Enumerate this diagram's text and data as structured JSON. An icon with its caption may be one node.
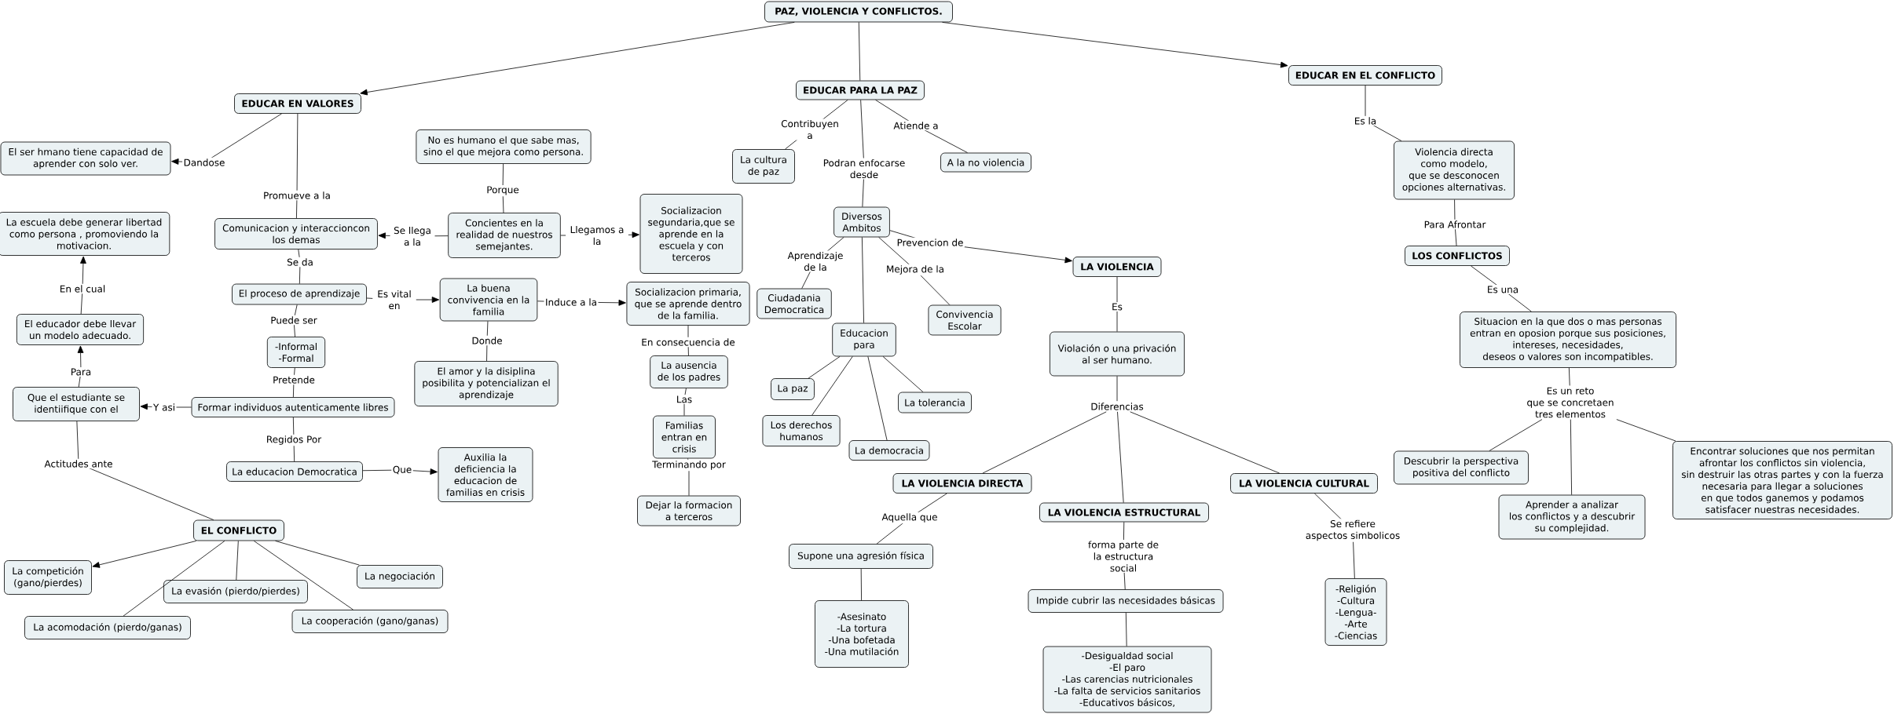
{
  "diagram": {
    "nodes": [
      {
        "text": [
          "PAZ, VIOLENCIA Y CONFLICTOS."
        ]
      },
      {
        "text": [
          "EDUCAR EN VALORES"
        ]
      },
      {
        "text": [
          "EDUCAR PARA LA PAZ"
        ]
      },
      {
        "text": [
          "EDUCAR EN EL CONFLICTO"
        ]
      },
      {
        "text": [
          "El ser hmano tiene capacidad de aprender con solo ver."
        ]
      },
      {
        "text": [
          "No es humano el que sabe mas, sino el que mejora como persona."
        ]
      },
      {
        "text": [
          "La escuela debe generar libertad como persona , promoviendo la motivacion."
        ]
      },
      {
        "text": [
          "Comunicacion y interaccioncon los demas"
        ]
      },
      {
        "text": [
          "Concientes en la realidad de nuestros semejantes."
        ]
      },
      {
        "text": [
          "Socializacion segundaria,que se aprende en la escuela y con terceros"
        ]
      },
      {
        "text": [
          "El proceso de aprendizaje"
        ]
      },
      {
        "text": [
          "La buena convivencia en la familia"
        ]
      },
      {
        "text": [
          "Socializacion primaria, que se aprende dentro de la familia."
        ]
      },
      {
        "text": [
          "El educador debe llevar un modelo adecuado."
        ]
      },
      {
        "text": [
          "-Informal -Formal"
        ]
      },
      {
        "text": [
          "El amor y la disiplina posibilita y potencializan el aprendizaje"
        ]
      },
      {
        "text": [
          "Que el estudiante se identiifique con el"
        ]
      },
      {
        "text": [
          "Formar individuos autenticamente libres"
        ]
      },
      {
        "text": [
          "La educacion Democratica"
        ]
      },
      {
        "text": [
          "Auxilia la deficiencia la educacion de familias en crisis"
        ]
      },
      {
        "text": [
          "EL CONFLICTO"
        ]
      },
      {
        "text": [
          "La competición (gano/pierdes)"
        ]
      },
      {
        "text": [
          "La evasión (pierdo/pierdes)"
        ]
      },
      {
        "text": [
          "La negociación"
        ]
      },
      {
        "text": [
          "La acomodación (pierdo/ganas)"
        ]
      },
      {
        "text": [
          "La cooperación (gano/ganas)"
        ]
      },
      {
        "text": [
          "La cultura de paz"
        ]
      },
      {
        "text": [
          "A la no violencia"
        ]
      },
      {
        "text": [
          "Diversos Ambitos"
        ]
      },
      {
        "text": [
          "Ciudadania Democratica"
        ]
      },
      {
        "text": [
          "Convivencia Escolar"
        ]
      },
      {
        "text": [
          "LA VIOLENCIA"
        ]
      },
      {
        "text": [
          "Educacion para"
        ]
      },
      {
        "text": [
          "Violación o una privación al ser humano."
        ]
      },
      {
        "text": [
          "La ausencia de los padres"
        ]
      },
      {
        "text": [
          "La paz"
        ]
      },
      {
        "text": [
          "La tolerancia"
        ]
      },
      {
        "text": [
          "Los derechos humanos"
        ]
      },
      {
        "text": [
          "La democracia"
        ]
      },
      {
        "text": [
          "Familias entran en crisis"
        ]
      },
      {
        "text": [
          "Dejar la formacion a terceros"
        ]
      },
      {
        "text": [
          "Diferencias"
        ]
      },
      {
        "text": [
          "LA VIOLENCIA DIRECTA"
        ]
      },
      {
        "text": [
          "LA VIOLENCIA ESTRUCTURAL"
        ]
      },
      {
        "text": [
          "LA VIOLENCIA CULTURAL"
        ]
      },
      {
        "text": [
          "Supone una agresión física"
        ]
      },
      {
        "text": [
          "-Asesinato -La tortura -Una bofetada -Una mutilación"
        ]
      },
      {
        "text": [
          "Impide cubrir las necesidades básicas"
        ]
      },
      {
        "text": [
          "-Desigualdad social -El paro -Las carencias nutricionales -La falta de servicios sanitarios -Educativos básicos,"
        ]
      },
      {
        "text": [
          "-Religión -Cultura -Lengua- -Arte -Ciencias"
        ]
      },
      {
        "text": [
          "Violencia directa como modelo, que se desconocen opciones alternativas."
        ]
      },
      {
        "text": [
          "LOS CONFLICTOS"
        ]
      },
      {
        "text": [
          "Situacion en la que dos o mas personas entran en oposion porque sus posiciones, intereses, necesidades, deseos o valores son incompatibles."
        ]
      },
      {
        "text": [
          "Es un reto que se concretaen tres elementos"
        ]
      },
      {
        "text": [
          "Descubrir la perspectiva positiva del conflicto"
        ]
      },
      {
        "text": [
          "Aprender a analizar los conflictos y a descubrir su complejidad."
        ]
      },
      {
        "text": [
          "Encontrar soluciones que nos permitan afrontar los conflictos sin violencia, sin destruir las otras partes y con la fuerza necesaria para llegar a soluciones en que todos ganemos y podamos satisfacer nuestras necesidades."
        ]
      }
    ],
    "edges": [
      {
        "from": 0,
        "to": 1,
        "arrow": "to"
      },
      {
        "from": 0,
        "to": 2,
        "arrow": "none"
      },
      {
        "from": 0,
        "to": 3,
        "arrow": "to"
      },
      {
        "from": 1,
        "to": 4,
        "arrow": "to",
        "label": "Dandose"
      },
      {
        "from": 1,
        "to": 7,
        "arrow": "none",
        "label": "Promueve a la"
      },
      {
        "from": 5,
        "to": 8,
        "arrow": "none",
        "label": "Porque"
      },
      {
        "from": 8,
        "to": 7,
        "arrow": "to",
        "label": "Se llega a la"
      },
      {
        "from": 8,
        "to": 9,
        "arrow": "to",
        "label": "Llegamos a la"
      },
      {
        "from": 7,
        "to": 10,
        "arrow": "none",
        "label": "Se da"
      },
      {
        "from": 10,
        "to": 11,
        "arrow": "to",
        "label": "Es vital en"
      },
      {
        "from": 11,
        "to": 12,
        "arrow": "to",
        "label": "Induce a la"
      },
      {
        "from": 11,
        "to": 15,
        "arrow": "none",
        "label": "Donde"
      },
      {
        "from": 10,
        "to": 14,
        "arrow": "none",
        "label": "Puede ser"
      },
      {
        "from": 14,
        "to": 17,
        "arrow": "none",
        "label": "Pretende"
      },
      {
        "from": 17,
        "to": 16,
        "arrow": "to",
        "label": "Y asi"
      },
      {
        "from": 16,
        "to": 13,
        "arrow": "to",
        "label": "Para"
      },
      {
        "from": 13,
        "to": 6,
        "arrow": "to",
        "label": "En el cual"
      },
      {
        "from": 16,
        "to": 20,
        "arrow": "none",
        "label": "Actitudes ante"
      },
      {
        "from": 17,
        "to": 18,
        "arrow": "none",
        "label": "Regidos Por"
      },
      {
        "from": 18,
        "to": 19,
        "arrow": "to",
        "label": "Que"
      },
      {
        "from": 20,
        "to": 21,
        "arrow": "to"
      },
      {
        "from": 20,
        "to": 24,
        "arrow": "none"
      },
      {
        "from": 20,
        "to": 22,
        "arrow": "none"
      },
      {
        "from": 20,
        "to": 25,
        "arrow": "none"
      },
      {
        "from": 20,
        "to": 23,
        "arrow": "none"
      },
      {
        "from": 2,
        "to": 26,
        "arrow": "none",
        "label": "Contribuyen a"
      },
      {
        "from": 2,
        "to": 27,
        "arrow": "none",
        "label": "Atiende a"
      },
      {
        "from": 2,
        "to": 28,
        "arrow": "none",
        "label": "Podran enfocarse desde"
      },
      {
        "from": 28,
        "to": 29,
        "arrow": "none",
        "label": "Aprendizaje de la"
      },
      {
        "from": 28,
        "to": 30,
        "arrow": "none",
        "label": "Mejora de la"
      },
      {
        "from": 28,
        "to": 31,
        "arrow": "to",
        "label": "Prevencion de"
      },
      {
        "from": 28,
        "to": 32,
        "arrow": "none"
      },
      {
        "from": 32,
        "to": 35,
        "arrow": "none"
      },
      {
        "from": 32,
        "to": 37,
        "arrow": "none"
      },
      {
        "from": 32,
        "to": 38,
        "arrow": "none"
      },
      {
        "from": 32,
        "to": 36,
        "arrow": "none"
      },
      {
        "from": 31,
        "to": 33,
        "arrow": "none",
        "label": "Es"
      },
      {
        "from": 12,
        "to": 34,
        "arrow": "none",
        "label": "En consecuencia de"
      },
      {
        "from": 34,
        "to": 39,
        "arrow": "none",
        "label": "Las"
      },
      {
        "from": 39,
        "to": 40,
        "arrow": "none",
        "label": "Terminando por"
      },
      {
        "from": 33,
        "to": 41,
        "arrow": "none"
      },
      {
        "from": 41,
        "to": 42,
        "arrow": "none"
      },
      {
        "from": 41,
        "to": 43,
        "arrow": "none"
      },
      {
        "from": 41,
        "to": 44,
        "arrow": "none"
      },
      {
        "from": 42,
        "to": 45,
        "arrow": "none",
        "label": "Aquella que"
      },
      {
        "from": 45,
        "to": 46,
        "arrow": "none"
      },
      {
        "from": 43,
        "to": 47,
        "arrow": "none",
        "label": "forma parte de la estructura social"
      },
      {
        "from": 47,
        "to": 48,
        "arrow": "none"
      },
      {
        "from": 44,
        "to": 49,
        "arrow": "none",
        "label": "Se refiere aspectos simbolicos"
      },
      {
        "from": 3,
        "to": 50,
        "arrow": "none",
        "label": "Es la"
      },
      {
        "from": 50,
        "to": 51,
        "arrow": "none",
        "label": "Para Afrontar"
      },
      {
        "from": 51,
        "to": 52,
        "arrow": "none",
        "label": "Es una"
      },
      {
        "from": 52,
        "to": 53,
        "arrow": "none"
      },
      {
        "from": 53,
        "to": 54,
        "arrow": "none"
      },
      {
        "from": 53,
        "to": 55,
        "arrow": "none"
      },
      {
        "from": 53,
        "to": 56,
        "arrow": "none"
      }
    ]
  }
}
